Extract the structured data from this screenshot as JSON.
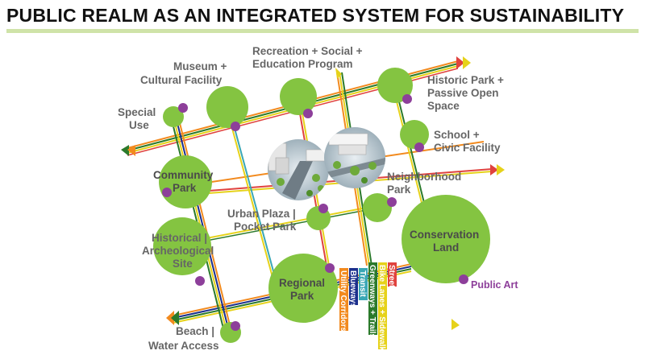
{
  "title": "PUBLIC REALM AS AN INTEGRATED SYSTEM FOR SUSTAINABILITY",
  "labels": {
    "museum_1": "Museum +",
    "museum_2": "Cultural Facility",
    "recreation_1": "Recreation + Social +",
    "recreation_2": "Education Program",
    "historic_park_1": "Historic Park +",
    "historic_park_2": "Passive Open",
    "historic_park_3": "Space",
    "special_use_1": "Special",
    "special_use_2": "Use",
    "school_1": "School +",
    "school_2": "Civic Facility",
    "community_park_1": "Community",
    "community_park_2": "Park",
    "neighborhood_park_1": "Neighborhood",
    "neighborhood_park_2": "Park",
    "urban_plaza_1": "Urban Plaza |",
    "urban_plaza_2": "Pocket Park",
    "conservation_1": "Conservation",
    "conservation_2": "Land",
    "historical_1": "Historical |",
    "historical_2": "Archeological",
    "historical_3": "Site",
    "regional_park_1": "Regional",
    "regional_park_2": "Park",
    "public_art": "Public Art",
    "beach_1": "Beach |",
    "beach_2": "Water Access"
  },
  "legend": [
    {
      "label": "Utility Corridors",
      "color": "#f28a1e"
    },
    {
      "label": "Blueways",
      "color": "#1b2f8c"
    },
    {
      "label": "Transit",
      "color": "#3aa7b5"
    },
    {
      "label": "Greenways + Trails",
      "color": "#2b7a2b"
    },
    {
      "label": "Bike Lanes + Sidewalks",
      "color": "#e6d21a"
    },
    {
      "label": "Streets",
      "color": "#e0423e"
    }
  ],
  "colors": {
    "circle": "#84c441",
    "dot": "#8d3f9a",
    "stripe_orange": "#f28a1e",
    "stripe_green": "#2b7a2b",
    "stripe_yellow": "#e6d21a",
    "stripe_red": "#e0423e",
    "stripe_navy": "#1b2f8c"
  }
}
